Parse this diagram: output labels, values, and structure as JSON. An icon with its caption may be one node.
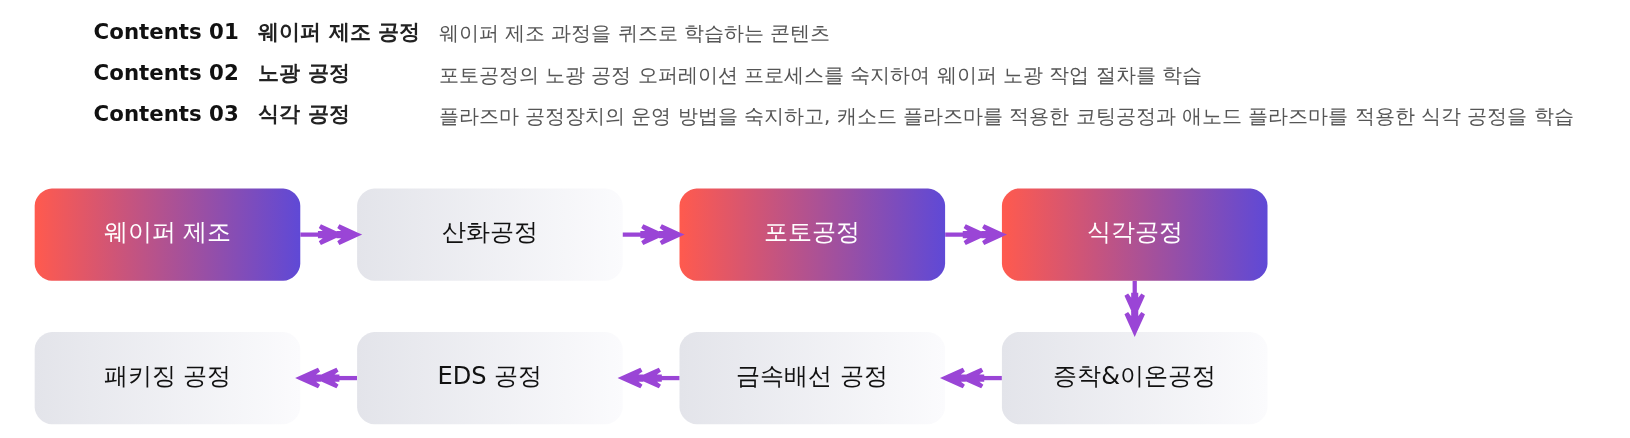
{
  "diagram": {
    "nodes": [
      {
        "text": [
          "웨이퍼 제조"
        ]
      },
      {
        "text": [
          "산화공정"
        ]
      },
      {
        "text": [
          "포토공정"
        ]
      },
      {
        "text": [
          "식각공정"
        ]
      },
      {
        "text": [
          "증착&이온공정"
        ]
      },
      {
        "text": [
          "금속배선 공정"
        ]
      },
      {
        "text": [
          "EDS 공정"
        ]
      },
      {
        "text": [
          "패키징 공정"
        ]
      }
    ],
    "edges": [
      {
        "from": 0,
        "to": 1,
        "arrow": "to"
      },
      {
        "from": 1,
        "to": 2,
        "arrow": "to"
      },
      {
        "from": 2,
        "to": 3,
        "arrow": "to"
      },
      {
        "from": 3,
        "to": 4,
        "arrow": "to"
      },
      {
        "from": 4,
        "to": 5,
        "arrow": "to"
      },
      {
        "from": 5,
        "to": 6,
        "arrow": "to"
      },
      {
        "from": 6,
        "to": 7,
        "arrow": "to"
      }
    ],
    "labels": [
      "Contents 01",
      "웨이퍼 제조 공정",
      "웨이퍼 제조 과정을 퀴즈로 학습하는 콘텐츠",
      "Contents 02",
      "노광 공정",
      "포토공정의 노광 공정 오퍼레이션 프로세스를 숙지하여 웨이퍼 노광 작업 절차를 학습",
      "Contents 03",
      "식각 공정",
      "플라즈마 공정장치의 운영 방법을 숙지하고, 캐소드 플라즈마를 적용한 코팅공정과 애노드 플라즈마를 적용한 식각 공정을 학습"
    ]
  }
}
